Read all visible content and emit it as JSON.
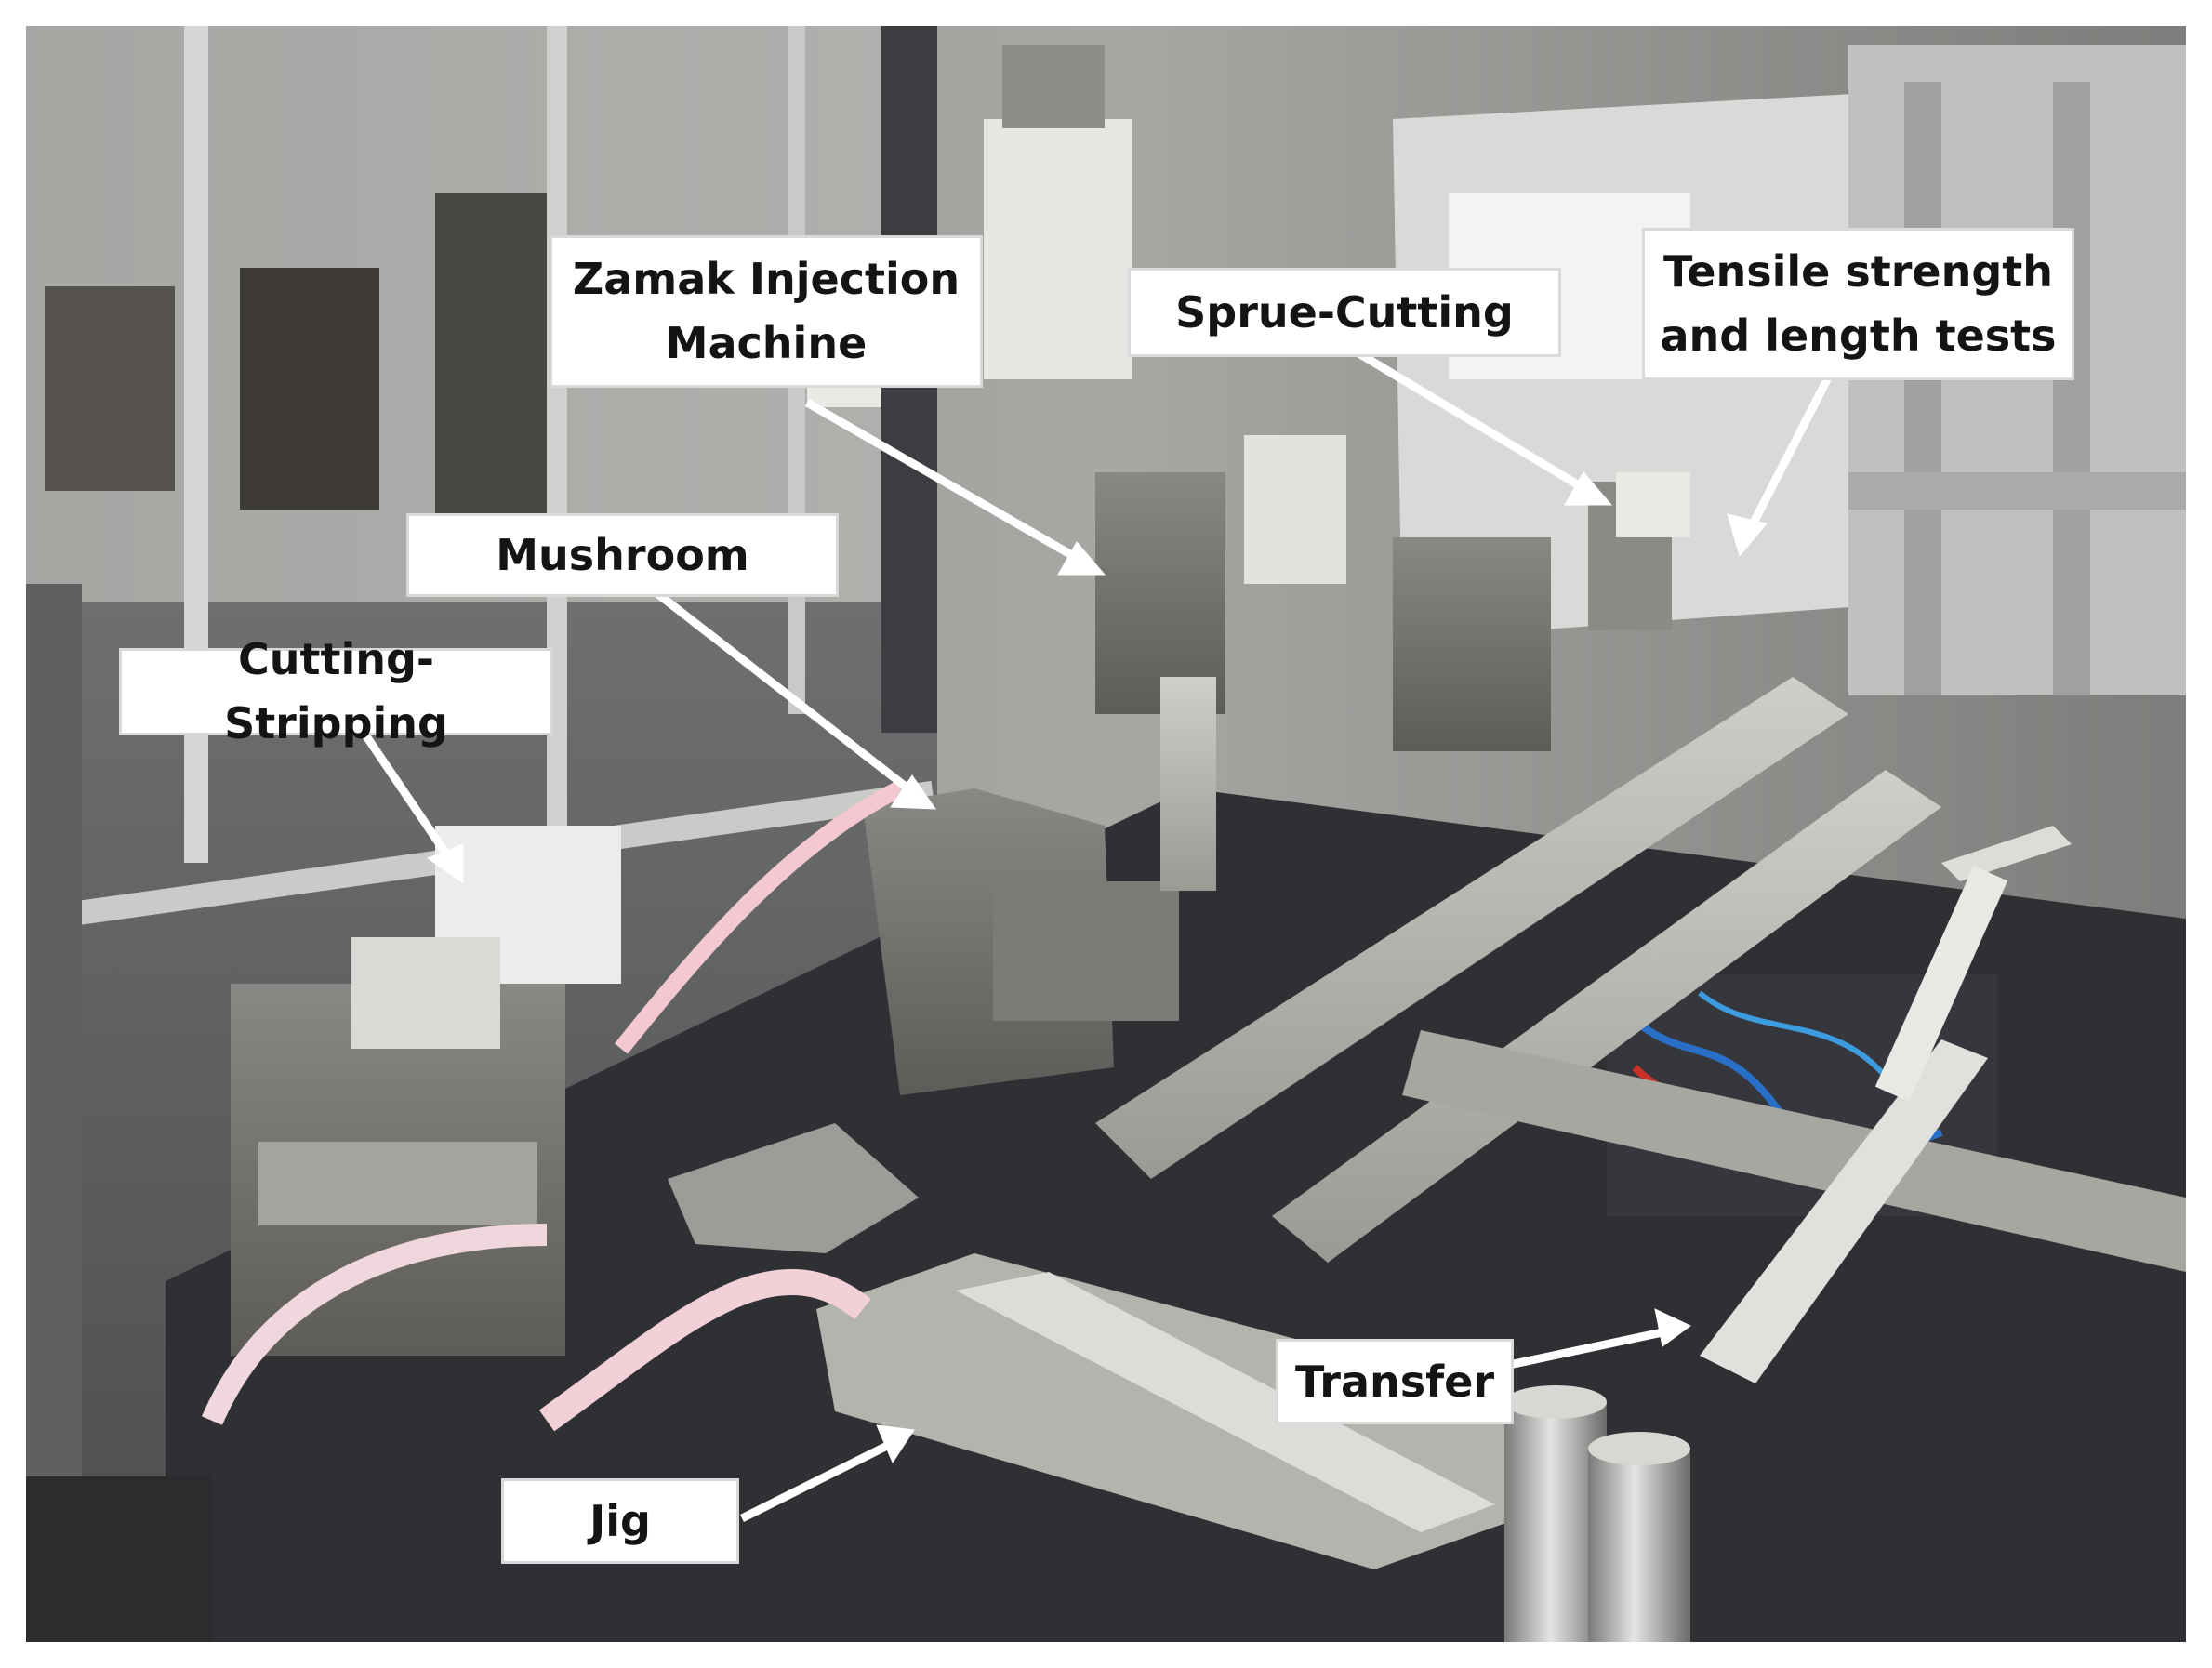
{
  "labels": {
    "zamak": "Zamak Injection\nMachine",
    "sprue": "Sprue-Cutting",
    "tensile": "Tensile strength\nand length tests",
    "mushroom": "Mushroom",
    "cutting": "Cutting-Stripping",
    "transfer": "Transfer",
    "jig": "Jig"
  },
  "colors": {
    "label_bg": "#ffffff",
    "label_text": "#141414",
    "arrow": "#ffffff"
  }
}
